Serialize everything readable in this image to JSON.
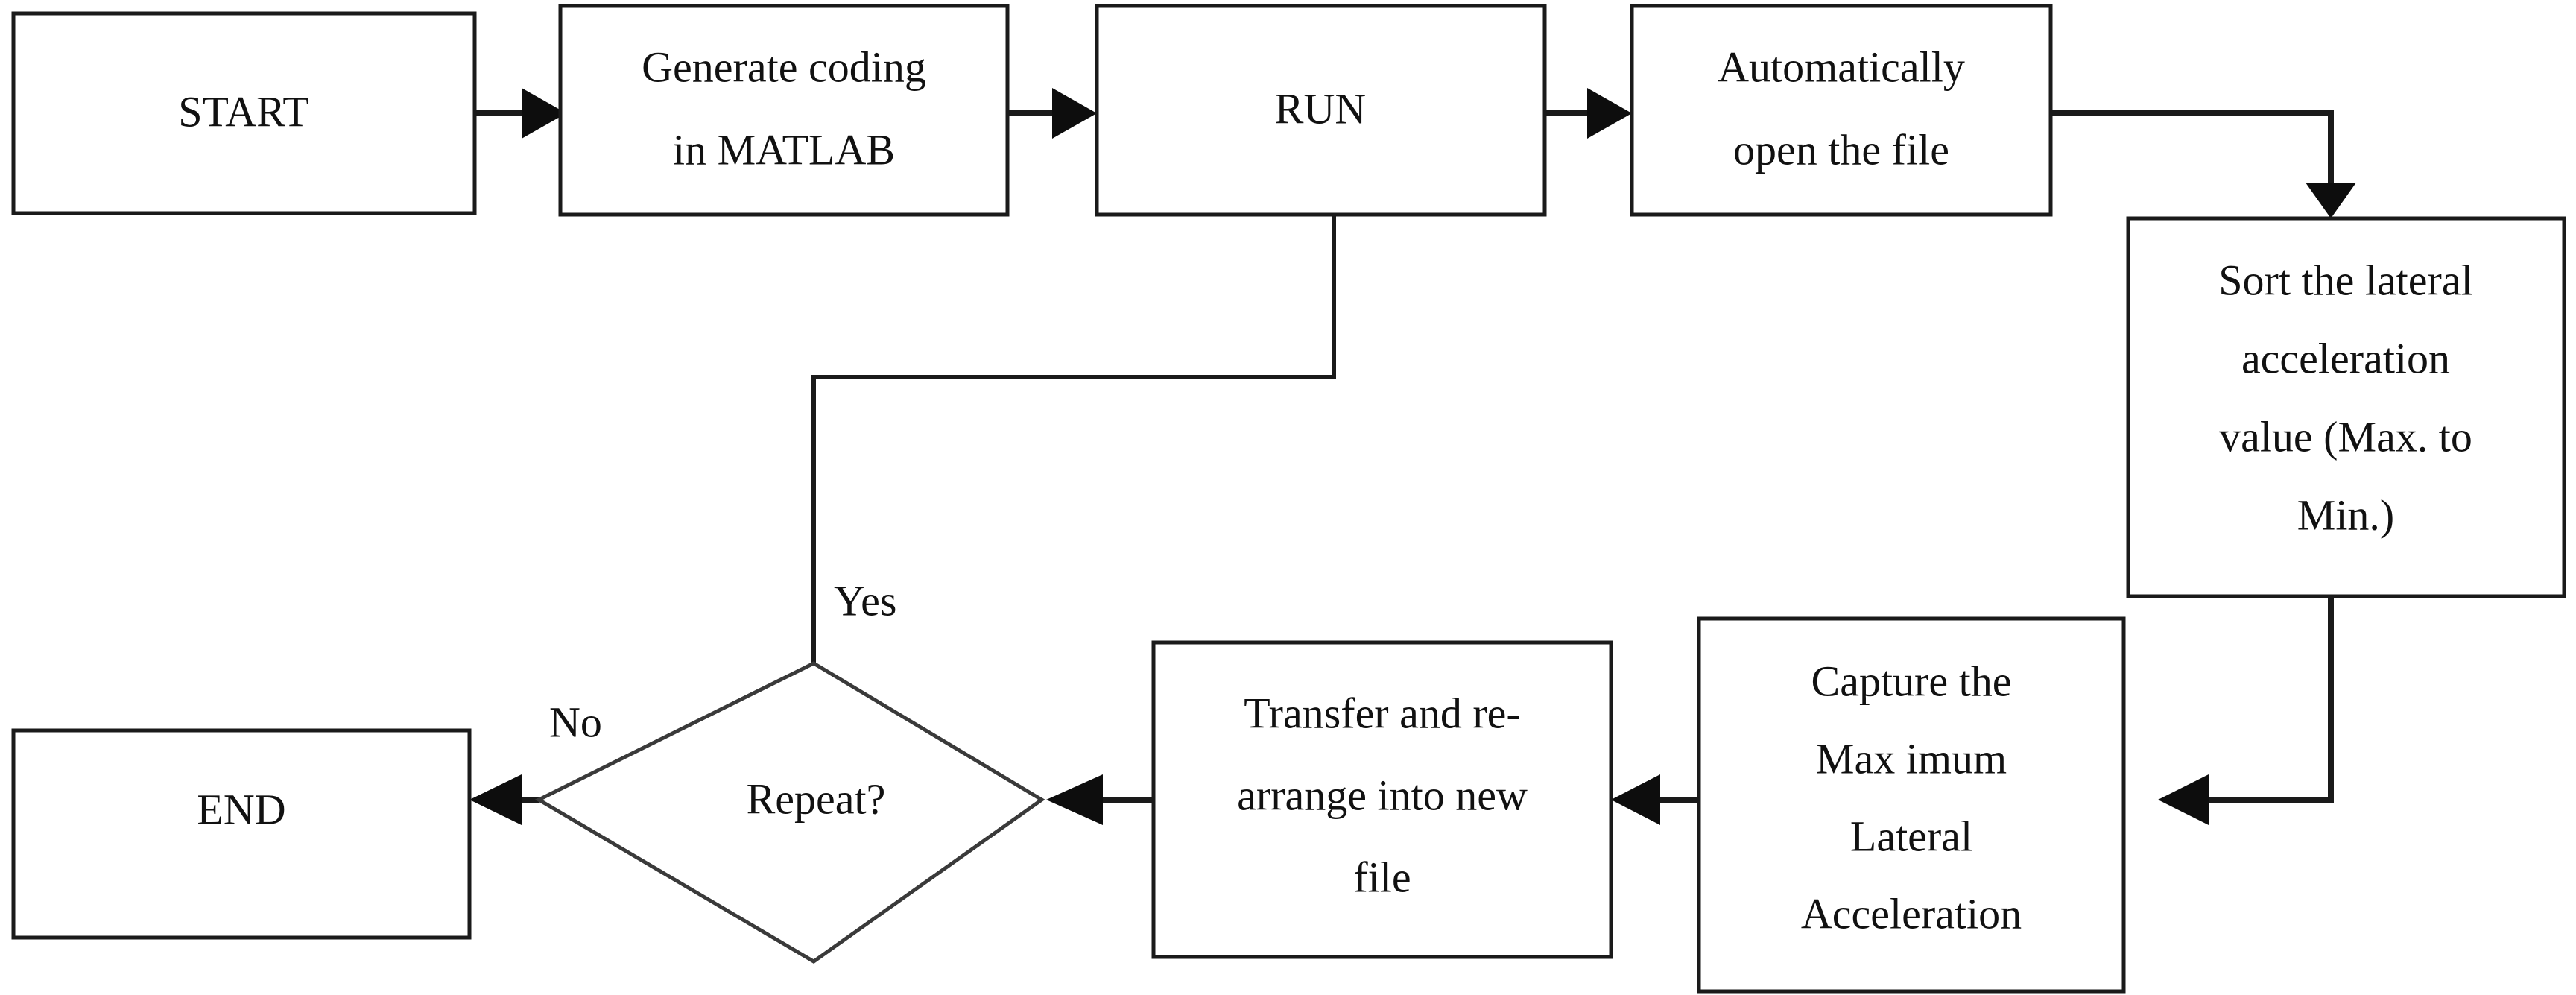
{
  "diagram": {
    "type": "flowchart",
    "title": "MATLAB lateral acceleration data processing flowchart",
    "orientation": "horizontal-serpentine",
    "background_color": "#ffffff",
    "stroke_color": "#1a1a1a",
    "text_color": "#111111"
  },
  "nodes": [
    {
      "id": "start",
      "shape": "rectangle",
      "label": "START",
      "lines": [
        "START"
      ]
    },
    {
      "id": "generate-coding",
      "shape": "rectangle",
      "label": "Generate coding in MATLAB",
      "lines": [
        "Generate coding",
        "in MATLAB"
      ]
    },
    {
      "id": "run",
      "shape": "rectangle",
      "label": "RUN",
      "lines": [
        "RUN"
      ]
    },
    {
      "id": "open-file",
      "shape": "rectangle",
      "label": "Automatically open the file",
      "lines": [
        "Automatically",
        "open the file"
      ]
    },
    {
      "id": "sort-values",
      "shape": "rectangle",
      "label": "Sort the lateral acceleration value (Max. to Min.)",
      "lines": [
        "Sort the lateral",
        "acceleration",
        "value (Max. to",
        "Min.)"
      ]
    },
    {
      "id": "capture-max",
      "shape": "rectangle",
      "label": "Capture the Maximum Lateral Acceleration",
      "lines": [
        "Capture the",
        "Max imum",
        "Lateral",
        "Acceleration"
      ]
    },
    {
      "id": "transfer-rearrange",
      "shape": "rectangle",
      "label": "Transfer and re-arrange into new file",
      "lines": [
        "Transfer and re-",
        "arrange into new",
        "file"
      ]
    },
    {
      "id": "repeat-decision",
      "shape": "diamond",
      "label": "Repeat?",
      "lines": [
        "Repeat?"
      ]
    },
    {
      "id": "end",
      "shape": "rectangle",
      "label": "END",
      "lines": [
        "END"
      ]
    }
  ],
  "edges": [
    {
      "id": "e1",
      "from": "start",
      "to": "generate-coding",
      "label": ""
    },
    {
      "id": "e2",
      "from": "generate-coding",
      "to": "run",
      "label": ""
    },
    {
      "id": "e3",
      "from": "run",
      "to": "open-file",
      "label": ""
    },
    {
      "id": "e4",
      "from": "open-file",
      "to": "sort-values",
      "label": ""
    },
    {
      "id": "e5",
      "from": "sort-values",
      "to": "capture-max",
      "label": ""
    },
    {
      "id": "e6",
      "from": "capture-max",
      "to": "transfer-rearrange",
      "label": ""
    },
    {
      "id": "e7",
      "from": "transfer-rearrange",
      "to": "repeat-decision",
      "label": ""
    },
    {
      "id": "e8",
      "from": "repeat-decision",
      "to": "end",
      "label": "No"
    },
    {
      "id": "e9",
      "from": "repeat-decision",
      "to": "run",
      "label": "Yes"
    }
  ],
  "edge_labels": {
    "yes": "Yes",
    "no": "No"
  }
}
